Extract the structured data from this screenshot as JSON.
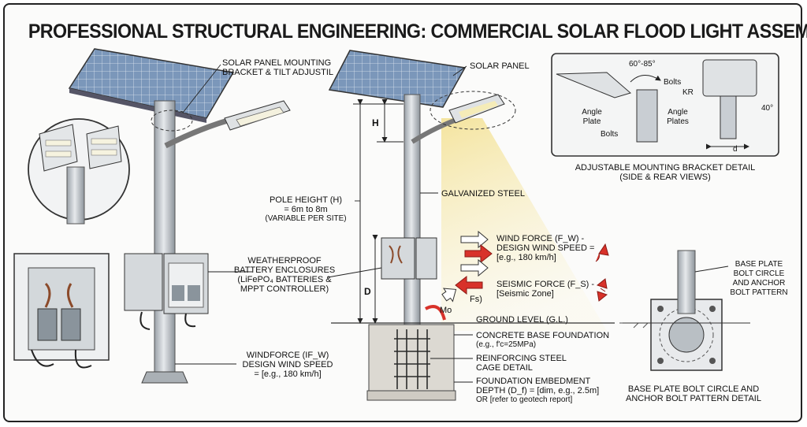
{
  "title": "PROFESSIONAL STRUCTURAL ENGINEERING: COMMERCIAL SOLAR FLOOD LIGHT ASSEMBLY",
  "labels": {
    "mount_bracket": [
      "SOLAR PANEL MOUNTING",
      "BRACKET & TILT ADJUSTIL"
    ],
    "solar_panel": "SOLAR PANEL",
    "H": "H",
    "pole_height": [
      "POLE HEIGHT (H)",
      "= 6m to 8m",
      "(VARIABLE PER SITE)"
    ],
    "galvanized": "GALVANIZED STEEL",
    "battery": [
      "WEATHERPROOF",
      "BATTERY ENCLOSURES",
      "(LiFePO₄ BATTERIES &",
      "MPPT CONTROLLER)"
    ],
    "D": "D",
    "windforce_left": [
      "WINDFORCE (IF_W)",
      "DESIGN WIND SPEED",
      "= [e.g., 180 km/h]"
    ],
    "wind_force": [
      "WIND FORCE (F_W) -",
      "DESIGN WIND SPEED =",
      "[e.g., 180 km/h]"
    ],
    "seismic": [
      "SEISMIC FORCE (F_S) -",
      "[Seismic Zone]"
    ],
    "fs": "Fs)",
    "mo": "Mo",
    "ground": "GROUND LEVEL (G.L.)",
    "concrete": [
      "CONCRETE BASE FOUNDATION",
      "(e.g., f'c=25MPa)"
    ],
    "rebar": [
      "REINFORCING STEEL",
      "CAGE DETAIL"
    ],
    "embed": [
      "FOUNDATION EMBEDMENT",
      "DEPTH (D_f) = [dim, e.g., 2.5m]",
      "OR [refer to geotech report]"
    ],
    "bracket_detail": {
      "angle": "60°-85°",
      "bolts_top": "Bolts",
      "kr": "KR",
      "angle_plate": [
        "Angle",
        "Plate"
      ],
      "angle_plates": [
        "Angle",
        "Plates"
      ],
      "bolts_bottom": "Bolts",
      "forty": "40°",
      "d": "d",
      "caption": [
        "ADJUSTABLE MOUNTING BRACKET DETAIL",
        "(SIDE & REAR VIEWS)"
      ]
    },
    "baseplate_callout": [
      "BASE PLATE",
      "BOLT CIRCLE",
      "AND ANCHOR",
      "BOLT PATTERN"
    ],
    "baseplate_caption": [
      "BASE PLATE BOLT CIRCLE AND",
      "ANCHOR BOLT PATTERN DETAIL"
    ]
  },
  "colors": {
    "steel": "#c9ced3",
    "panel": "#6f8fb4",
    "concrete": "#d9d6cf",
    "force_red": "#d8322a",
    "light_beam": "#f5e7a0"
  }
}
